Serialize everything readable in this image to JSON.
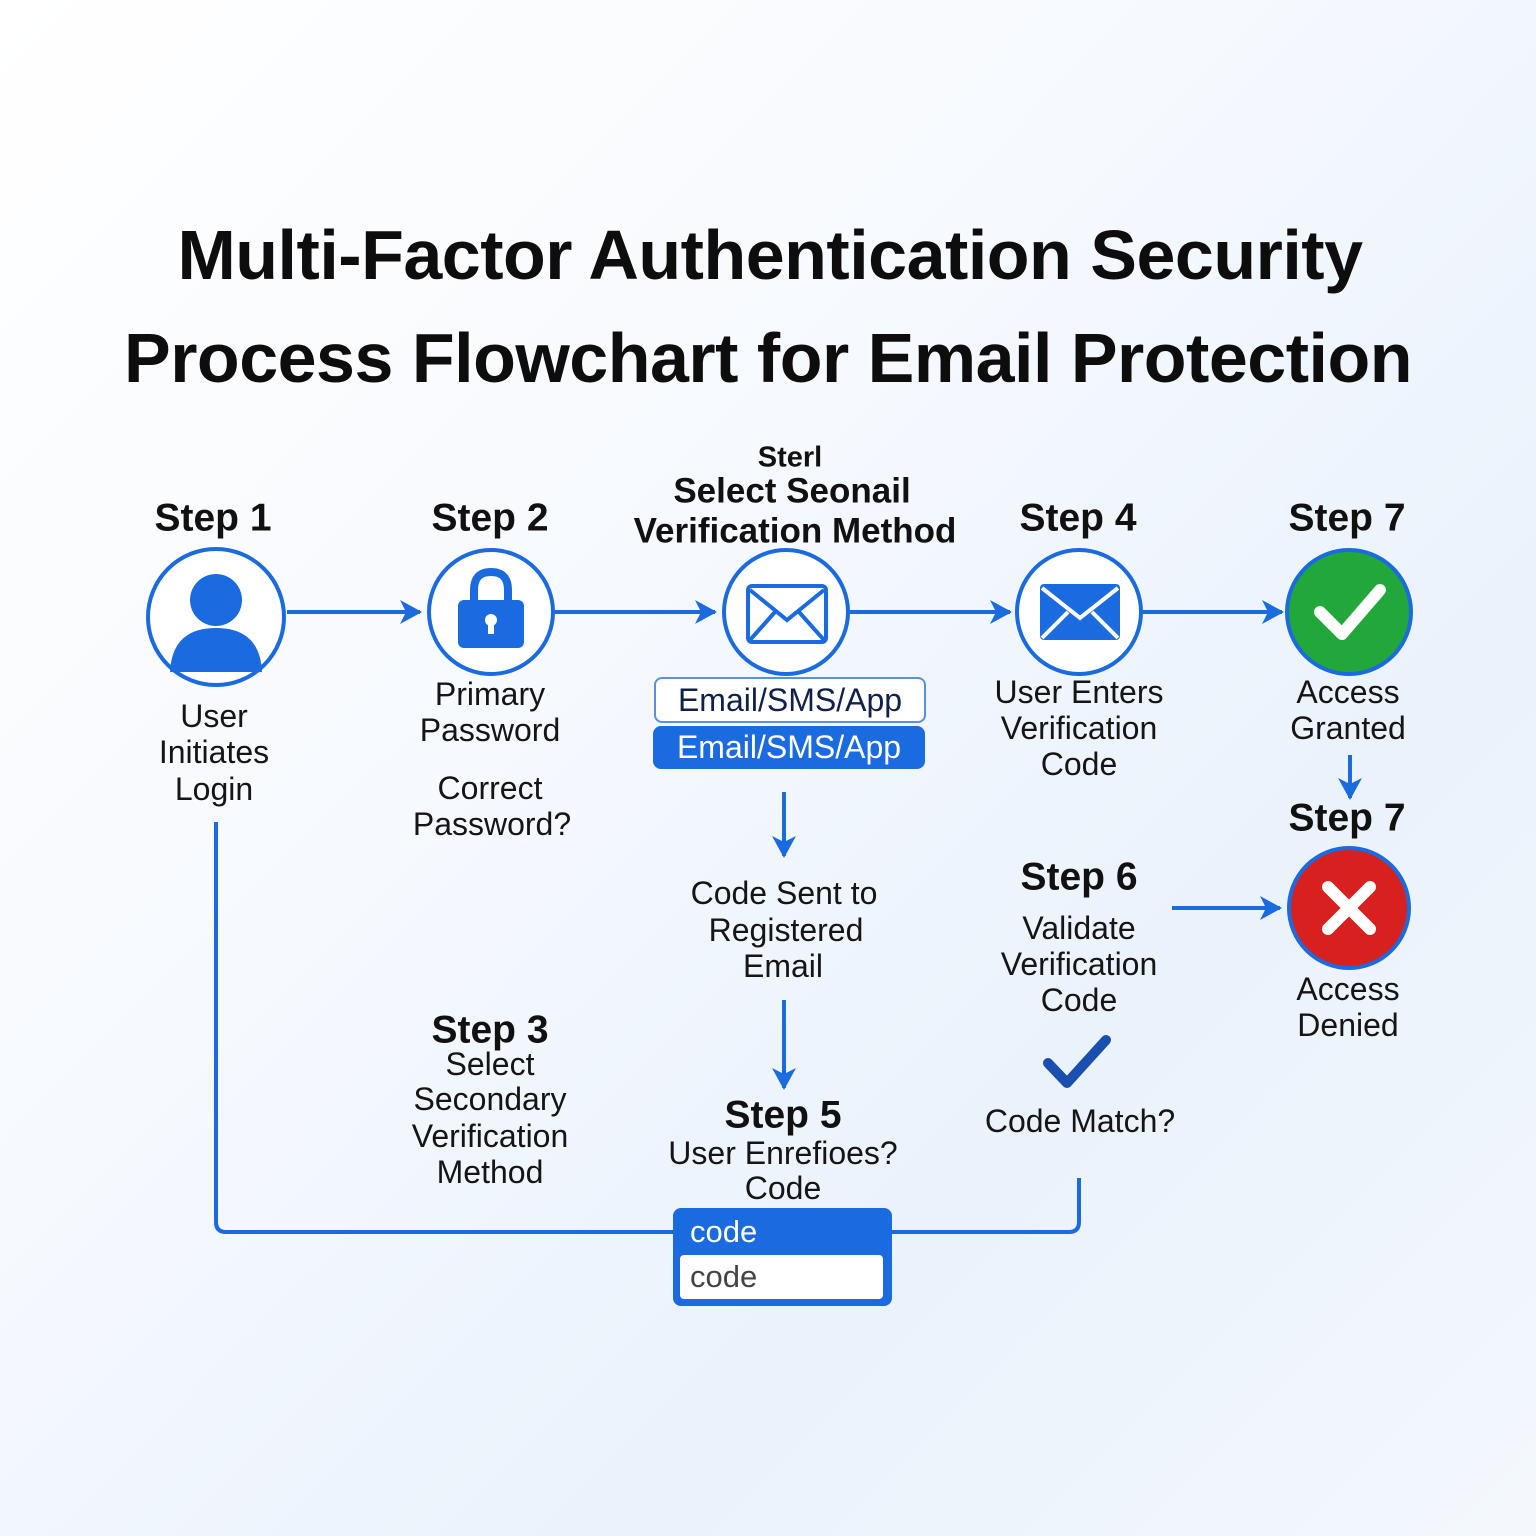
{
  "title": {
    "line1": "Multi-Factor Authentication Security",
    "line2": "Process Flowchart for Email Protection"
  },
  "colors": {
    "blue": "#1a6ae0",
    "green": "#22a83a",
    "red": "#d8201f"
  },
  "step1": {
    "heading": "Step 1",
    "icon": "user-icon",
    "lines": [
      "User",
      "Initiates",
      "Login"
    ]
  },
  "step2": {
    "heading": "Step 2",
    "icon": "lock-icon",
    "lines": [
      "Primary",
      "Password"
    ],
    "question": [
      "Correct",
      "Password?"
    ]
  },
  "method": {
    "heading_small": "Sterl",
    "lines": [
      "Select Seonail",
      "Verification Method"
    ],
    "icon": "envelope-outline-icon",
    "option_outline": "Email/SMS/App",
    "option_selected": "Email/SMS/App"
  },
  "code_sent": {
    "lines": [
      "Code Sent to",
      "Registered",
      "Email"
    ]
  },
  "step3": {
    "heading": "Step 3",
    "lines": [
      "Select",
      "Secondary",
      "Verification",
      "Method"
    ]
  },
  "step4": {
    "heading": "Step 4",
    "icon": "envelope-icon",
    "lines": [
      "User Enters",
      "Verification",
      "Code"
    ]
  },
  "step5": {
    "heading": "Step 5",
    "lines": [
      "User Enrefioes?",
      "Code"
    ],
    "code_header": "code",
    "code_input": "code"
  },
  "step6": {
    "heading": "Step 6",
    "lines": [
      "Validate",
      "Verification",
      "Code"
    ],
    "question": "Code Match?",
    "icon": "checkmark-icon"
  },
  "granted": {
    "heading": "Step 7",
    "icon": "check-circle-icon",
    "lines": [
      "Access",
      "Granted"
    ]
  },
  "denied": {
    "heading": "Step 7",
    "icon": "x-circle-icon",
    "lines": [
      "Access",
      "Denied"
    ]
  }
}
